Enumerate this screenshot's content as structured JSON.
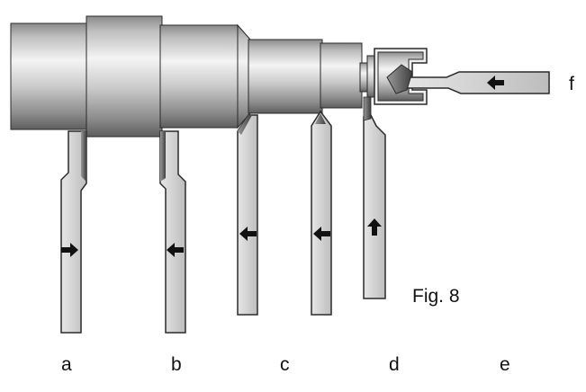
{
  "figure": {
    "caption": "Fig. 8",
    "labels": {
      "a": "a",
      "b": "b",
      "c": "c",
      "d": "d",
      "e": "e",
      "f": "f"
    }
  },
  "colors": {
    "steel_dark": "#7a7a7a",
    "steel_light": "#f2f2f2",
    "tool_fill": "#d4d4d4",
    "outline": "#222222",
    "arrow": "#111111"
  },
  "tools": [
    {
      "id": "a",
      "feed_direction": "right"
    },
    {
      "id": "b",
      "feed_direction": "left"
    },
    {
      "id": "c1",
      "feed_direction": "left"
    },
    {
      "id": "c2",
      "feed_direction": "left"
    },
    {
      "id": "d",
      "feed_direction": "up"
    },
    {
      "id": "f",
      "feed_direction": "left"
    }
  ]
}
